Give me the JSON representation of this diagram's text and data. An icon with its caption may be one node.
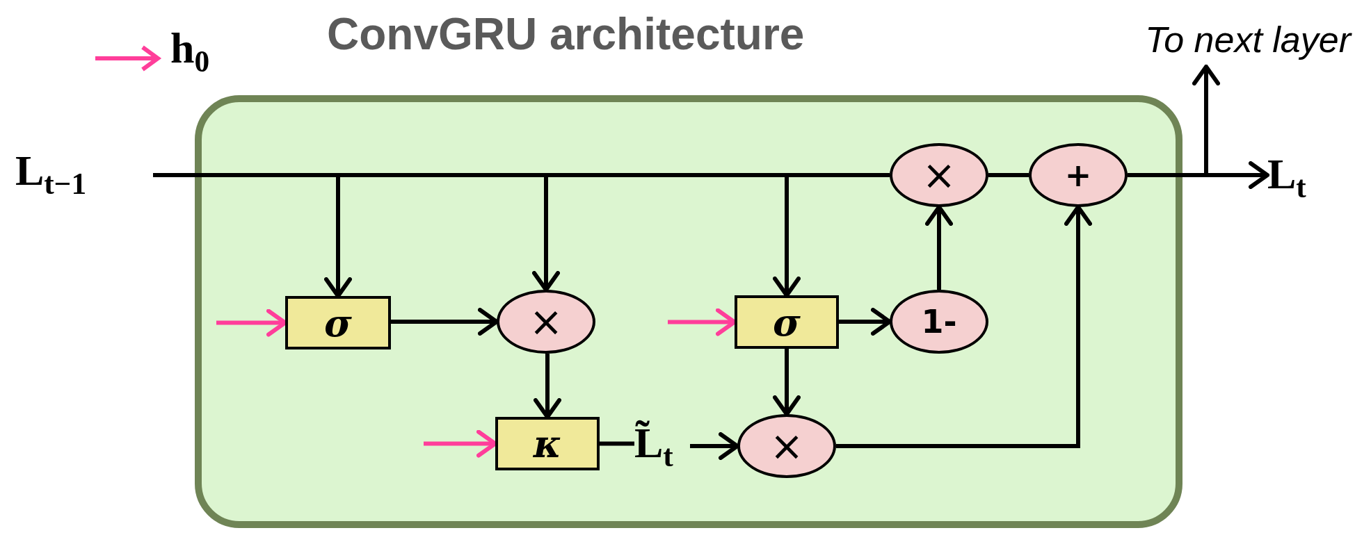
{
  "diagram": {
    "title": "ConvGRU architecture",
    "nodes": [
      {
        "text": [],
        "shape": "box"
      },
      {
        "text": [
          "L$_{t−1}$"
        ]
      },
      {
        "text": [
          "σ"
        ],
        "in": 0
      },
      {
        "text": [
          "×"
        ],
        "in": 0
      },
      {
        "text": [
          "κ"
        ],
        "in": 0
      },
      {
        "text": [
          "L̃$_{t}$"
        ],
        "in": 0
      },
      {
        "text": [
          "σ"
        ],
        "in": 0
      },
      {
        "text": [
          "1-"
        ],
        "in": 0
      },
      {
        "text": [
          "×"
        ],
        "in": 0
      },
      {
        "text": [
          "×"
        ],
        "in": 0
      },
      {
        "text": [
          "+"
        ],
        "in": 0
      },
      {
        "text": [
          "L$_{t}$"
        ]
      },
      {
        "text": [
          "To next layer"
        ]
      }
    ],
    "edges": [
      {
        "from": 1,
        "to": 2,
        "arrow": "to"
      },
      {
        "from": 1,
        "to": 3,
        "arrow": "to"
      },
      {
        "from": 1,
        "to": 6,
        "arrow": "to"
      },
      {
        "from": 1,
        "to": 9,
        "arrow": "none"
      },
      {
        "from": 2,
        "to": 3,
        "arrow": "to"
      },
      {
        "from": 3,
        "to": 4,
        "arrow": "to"
      },
      {
        "from": 4,
        "to": 5,
        "arrow": "none"
      },
      {
        "from": 5,
        "to": 8,
        "arrow": "to"
      },
      {
        "from": 6,
        "to": 7,
        "arrow": "to"
      },
      {
        "from": 6,
        "to": 8,
        "arrow": "to"
      },
      {
        "from": 7,
        "to": 9,
        "arrow": "to"
      },
      {
        "from": 9,
        "to": 10,
        "arrow": "none"
      },
      {
        "from": 8,
        "to": 10,
        "arrow": "to"
      },
      {
        "from": 10,
        "to": 11,
        "arrow": "to"
      },
      {
        "from": 10,
        "to": 12,
        "arrow": "to"
      },
      {
        "from": null,
        "to": 2,
        "arrow": "to",
        "color": "#ff3e9a"
      },
      {
        "from": null,
        "to": 4,
        "arrow": "to",
        "color": "#ff3e9a"
      },
      {
        "from": null,
        "to": 6,
        "arrow": "to",
        "color": "#ff3e9a"
      }
    ],
    "legend": [
      {
        "text": "h$_{0}$"
      }
    ]
  }
}
